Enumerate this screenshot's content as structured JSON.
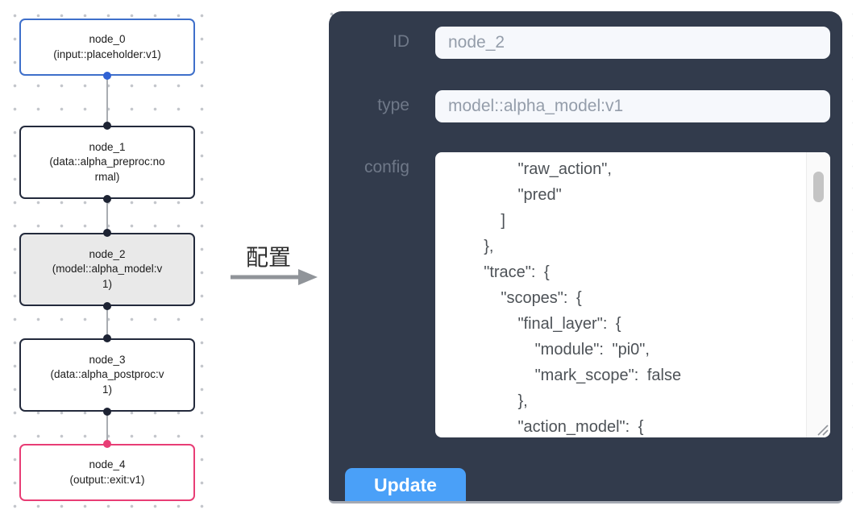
{
  "flowchart": {
    "nodes": [
      {
        "name": "node_0",
        "type": "(input::placeholder:v1)",
        "kind": "input",
        "selected": false
      },
      {
        "name": "node_1",
        "type": "(data::alpha_preproc:normal)",
        "kind": "data",
        "selected": false
      },
      {
        "name": "node_2",
        "type": "(model::alpha_model:v1)",
        "kind": "model",
        "selected": true
      },
      {
        "name": "node_3",
        "type": "(data::alpha_postproc:v1)",
        "kind": "data",
        "selected": false
      },
      {
        "name": "node_4",
        "type": "(output::exit:v1)",
        "kind": "output",
        "selected": false
      }
    ],
    "colors": {
      "input_node_border": "#3e6fca",
      "output_node_border": "#e83d75",
      "default_node_border": "#232a3c",
      "selected_node_bg": "#e9e9e9",
      "input_handle": "#3062d4",
      "output_handle": "#e83d75",
      "default_handle": "#1d2333"
    }
  },
  "annotation": {
    "label": "配置",
    "arrow_direction": "right",
    "arrow_color": "#909499"
  },
  "panel": {
    "bg_color": "#323b4c",
    "id_field": {
      "label": "ID",
      "value": "node_2"
    },
    "type_field": {
      "label": "type",
      "value": "model::alpha_model:v1"
    },
    "config_field": {
      "label": "config",
      "value": "        \"raw_action\",\n        \"pred\"\n      ]\n    },\n    \"trace\": {\n      \"scopes\": {\n        \"final_layer\": {\n          \"module\": \"pi0\",\n          \"mark_scope\": false\n        },\n        \"action_model\": {"
    },
    "update_button": {
      "label": "Update",
      "bg_color": "#4aa0f8"
    }
  }
}
